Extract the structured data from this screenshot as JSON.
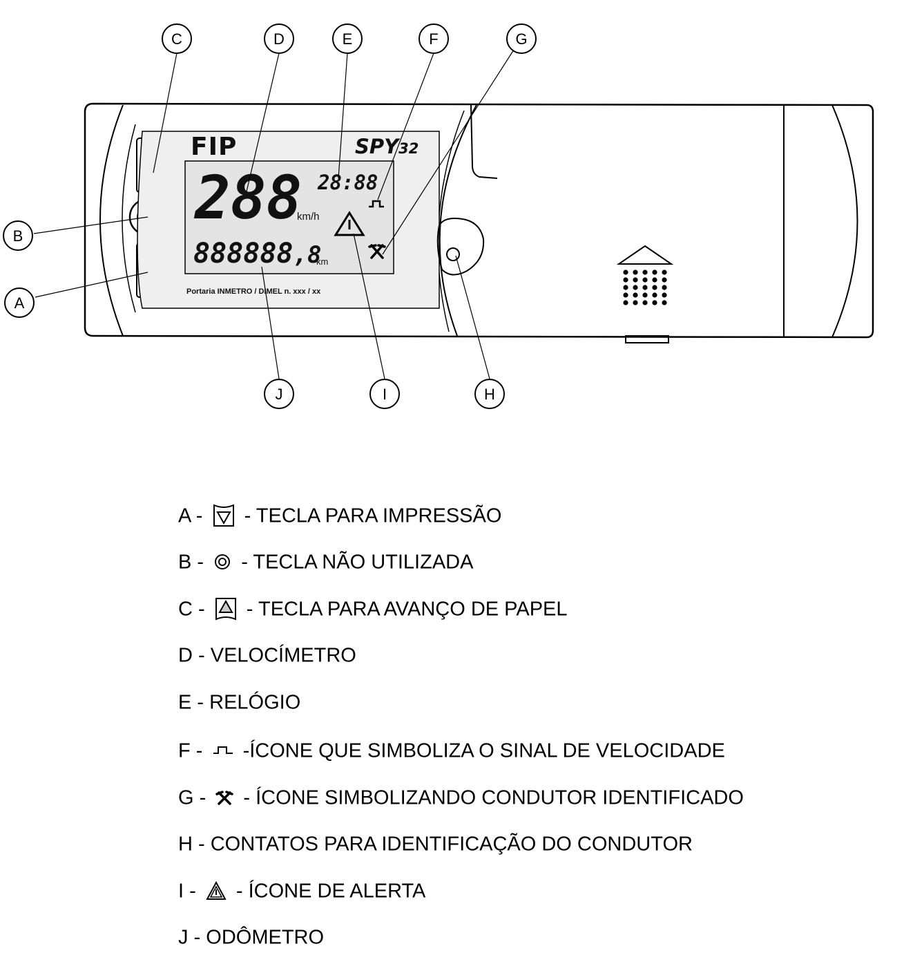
{
  "device": {
    "brand": "FIP",
    "model": "SPY",
    "model_suffix": "32",
    "speed_digits": "288",
    "speed_unit": "km/h",
    "clock_digits": "28:88",
    "odometer_digits": "888888",
    "odometer_decimal": ",8",
    "odometer_unit": "km",
    "portaria": "Portaria INMETRO / DIMEL n. xxx / xx"
  },
  "callouts": [
    "A",
    "B",
    "C",
    "D",
    "E",
    "F",
    "G",
    "H",
    "I",
    "J"
  ],
  "legend": [
    {
      "letter": "A -",
      "icon": "print-key-icon",
      "text": "- TECLA PARA IMPRESSÃO"
    },
    {
      "letter": "B -",
      "icon": "unused-key-icon",
      "text": "- TECLA NÃO UTILIZADA"
    },
    {
      "letter": "C -",
      "icon": "paper-advance-key-icon",
      "text": "- TECLA PARA AVANÇO DE PAPEL"
    },
    {
      "letter": "D -",
      "icon": "",
      "text": "VELOCÍMETRO"
    },
    {
      "letter": "E -",
      "icon": "",
      "text": "RELÓGIO"
    },
    {
      "letter": "F -",
      "icon": "speed-signal-icon",
      "text": "-ÍCONE QUE SIMBOLIZA O SINAL DE VELOCIDADE"
    },
    {
      "letter": "G -",
      "icon": "driver-identified-icon",
      "text": "- ÍCONE SIMBOLIZANDO CONDUTOR IDENTIFICADO"
    },
    {
      "letter": "H -",
      "icon": "",
      "text": "CONTATOS PARA IDENTIFICAÇÃO DO CONDUTOR"
    },
    {
      "letter": "I -",
      "icon": "alert-icon",
      "text": "- ÍCONE DE ALERTA"
    },
    {
      "letter": "J -",
      "icon": "",
      "text": "ODÔMETRO"
    }
  ]
}
